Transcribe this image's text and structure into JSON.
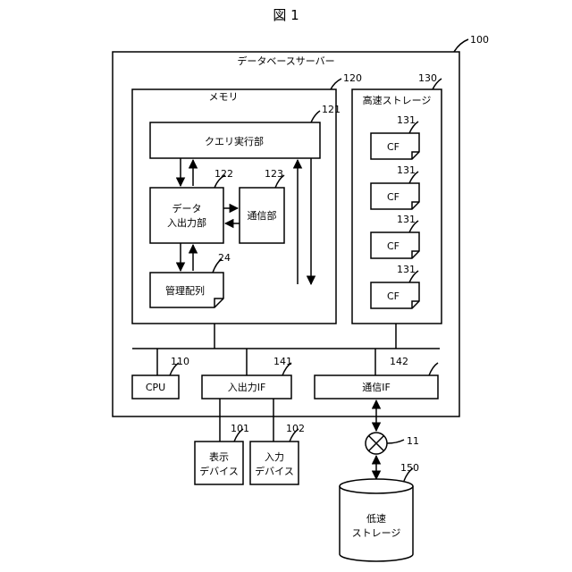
{
  "figure_title": "図 1",
  "server": {
    "label": "データベースサーバー",
    "ref": "100"
  },
  "memory": {
    "label": "メモリ",
    "ref": "120"
  },
  "query_exec": {
    "label": "クエリ実行部",
    "ref": "121"
  },
  "data_io": {
    "line1": "データ",
    "line2": "入出力部",
    "ref": "122"
  },
  "comm_unit": {
    "label": "通信部",
    "ref": "123"
  },
  "mgmt_array": {
    "label": "管理配列",
    "ref": "24"
  },
  "fast_storage": {
    "label": "高速ストレージ",
    "ref": "130"
  },
  "cf_items": [
    {
      "label": "CF",
      "ref": "131"
    },
    {
      "label": "CF",
      "ref": "131"
    },
    {
      "label": "CF",
      "ref": "131"
    },
    {
      "label": "CF",
      "ref": "131"
    }
  ],
  "cpu": {
    "label": "CPU",
    "ref": "110"
  },
  "io_if": {
    "label": "入出力IF",
    "ref": "141"
  },
  "comm_if": {
    "label": "通信IF",
    "ref": "142"
  },
  "display_dev": {
    "line1": "表示",
    "line2": "デバイス",
    "ref": "101"
  },
  "input_dev": {
    "line1": "入力",
    "line2": "デバイス",
    "ref": "102"
  },
  "network": {
    "ref": "11"
  },
  "slow_storage": {
    "line1": "低速",
    "line2": "ストレージ",
    "ref": "150"
  }
}
